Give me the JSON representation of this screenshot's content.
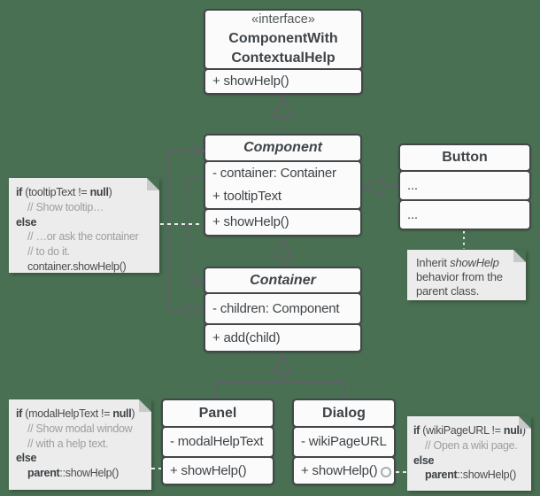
{
  "colors": {
    "background": "#4a7053",
    "box_border": "#43474a",
    "box_fill": "#fbfbfb",
    "connector_line": "#5c6165",
    "note_fill": "#ececec",
    "note_connector": "#e9e9e9",
    "comment_text": "#9e9e9e"
  },
  "classes": {
    "interface": {
      "stereotype": "«interface»",
      "name_line1": "ComponentWith",
      "name_line2": "ContextualHelp",
      "method": "+ showHelp()"
    },
    "component": {
      "name": "Component",
      "field1": "- container: Container",
      "field2": "+ tooltipText",
      "method": "+ showHelp()"
    },
    "button": {
      "name": "Button",
      "row1": "...",
      "row2": "..."
    },
    "container": {
      "name": "Container",
      "field1": "- children: Component",
      "method": "+ add(child)"
    },
    "panel": {
      "name": "Panel",
      "field1": "- modalHelpText",
      "method": "+ showHelp()"
    },
    "dialog": {
      "name": "Dialog",
      "field1": "- wikiPageURL",
      "method": "+ showHelp()"
    }
  },
  "notes": {
    "tooltip": {
      "kw_if": "if",
      "l1_mid": " (tooltipText != ",
      "kw_null": "null",
      "l1_end": ")",
      "l2": "// Show tooltip…",
      "kw_else": "else",
      "l4": "// …or ask the container",
      "l5": "// to do it.",
      "l6": "container.showHelp()"
    },
    "modal": {
      "kw_if": "if",
      "l1_mid": " (modalHelpText != ",
      "kw_null": "null",
      "l1_end": ")",
      "l2": "// Show modal window",
      "l3": "// with a help text.",
      "kw_else": "else",
      "kw_parent": "parent",
      "l5_rest": "::showHelp()"
    },
    "wiki": {
      "kw_if": "if",
      "l1_mid": " (wikiPageURL != ",
      "kw_null": "null",
      "l1_end": ")",
      "l2": "// Open a wiki page.",
      "kw_else": "else",
      "kw_parent": "parent",
      "l4_rest": "::showHelp()"
    },
    "inherit": {
      "part1": "Inherit ",
      "part2_italic": "showHelp",
      "part3": " behavior from the parent class."
    }
  }
}
